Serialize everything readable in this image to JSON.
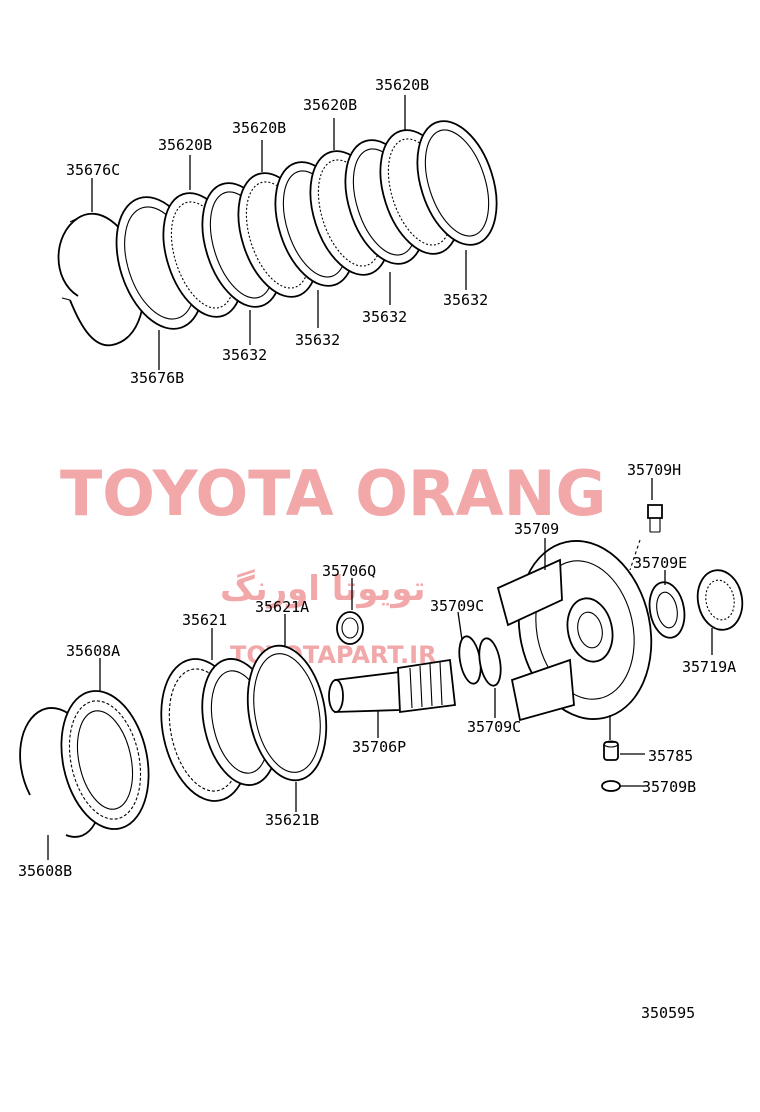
{
  "watermark": {
    "brand": "TOYOTA ORANG",
    "arabic": "تویوتا اورنگ",
    "site": "TOYOTAPART.IR",
    "color": "#f2a7a9"
  },
  "labels": {
    "l35676c": "35676C",
    "l35676b": "35676B",
    "l35620b_1": "35620B",
    "l35620b_2": "35620B",
    "l35620b_3": "35620B",
    "l35620b_4": "35620B",
    "l35632_1": "35632",
    "l35632_2": "35632",
    "l35632_3": "35632",
    "l35632_4": "35632",
    "l35709h": "35709H",
    "l35709": "35709",
    "l35709e": "35709E",
    "l35719a": "35719A",
    "l35706q": "35706Q",
    "l35709c_top": "35709C",
    "l35709c_bot": "35709C",
    "l35621": "35621",
    "l35621a": "35621A",
    "l35608a": "35608A",
    "l35706p": "35706P",
    "l35621b": "35621B",
    "l35608b": "35608B",
    "l35785": "35785",
    "l35709b": "35709B"
  },
  "figure_number": "350595"
}
